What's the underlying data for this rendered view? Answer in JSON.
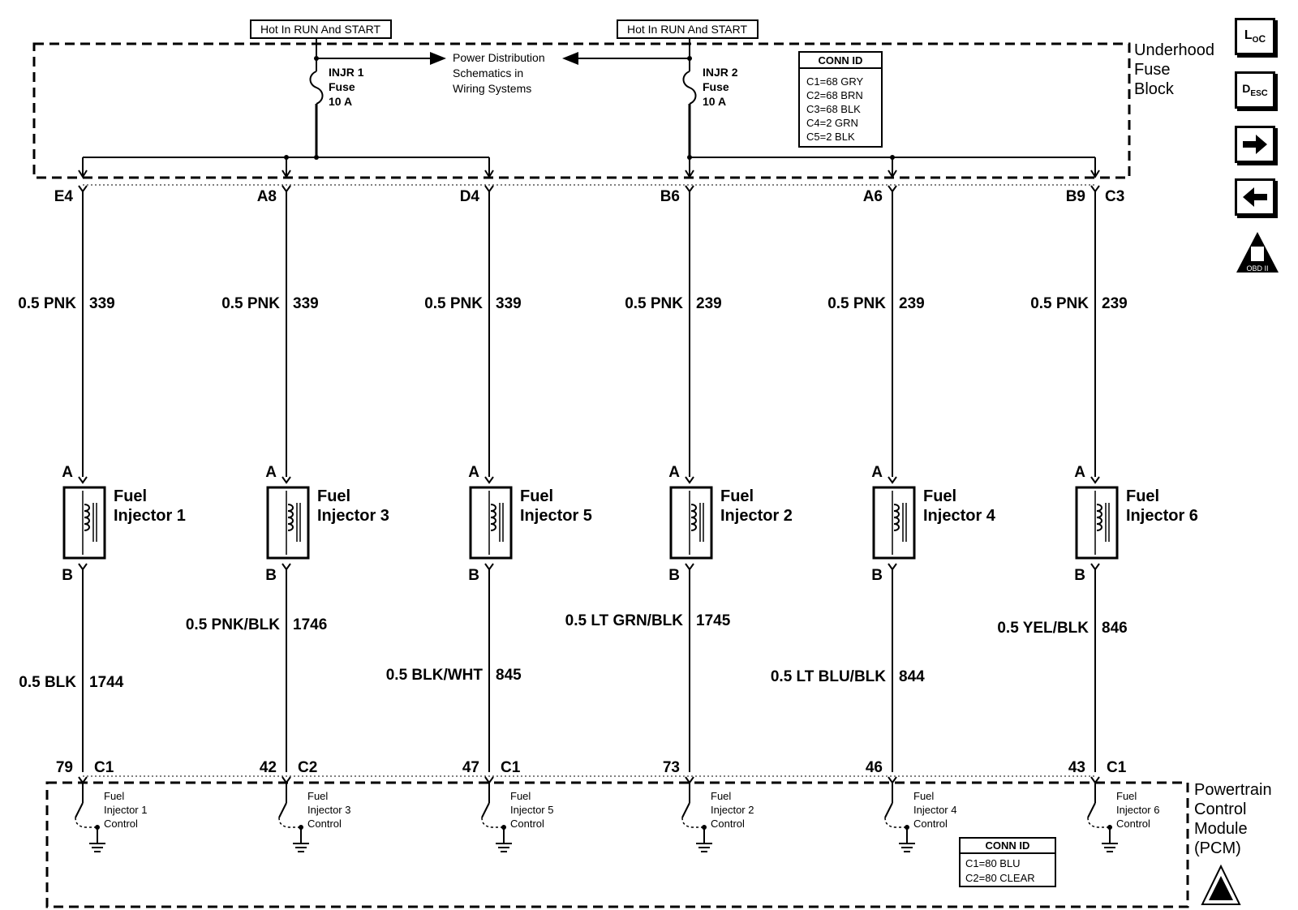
{
  "power_labels": {
    "left": "Hot In RUN And START",
    "right": "Hot In RUN And START"
  },
  "fuse_block": {
    "title_lines": [
      "Underhood",
      "Fuse",
      "Block"
    ],
    "ref_lines": [
      "Power Distribution",
      "Schematics in",
      "Wiring Systems"
    ],
    "fuse_left": [
      "INJR 1",
      "Fuse",
      "10 A"
    ],
    "fuse_right": [
      "INJR 2",
      "Fuse",
      "10 A"
    ],
    "conn_id_title": "CONN ID",
    "conn_id_lines": [
      "C1=68 GRY",
      "C2=68 BRN",
      "C3=68 BLK",
      "C4=2 GRN",
      "C5=2 BLK"
    ]
  },
  "pcm": {
    "title_lines": [
      "Powertrain",
      "Control",
      "Module",
      "(PCM)"
    ],
    "conn_id_title": "CONN ID",
    "conn_id_lines": [
      "C1=80 BLU",
      "C2=80 CLEAR"
    ]
  },
  "nav": {
    "loc": "LOC",
    "desc": "DESC",
    "obd": "OBD II",
    "forward_icon": "arrow-right-icon",
    "back_icon": "arrow-left-icon"
  },
  "injectors": [
    {
      "fuse_pin": "E4",
      "conn": "",
      "wire_top": "0.5 PNK",
      "circuit_top": "339",
      "pin_a": "A",
      "pin_b": "B",
      "name_lines": [
        "Fuel",
        "Injector 1"
      ],
      "wire_bot": "0.5 BLK",
      "circuit_bot": "1744",
      "pcm_pin": "79",
      "pcm_conn": "C1",
      "ctrl_lines": [
        "Fuel",
        "Injector 1",
        "Control"
      ]
    },
    {
      "fuse_pin": "A8",
      "conn": "",
      "wire_top": "0.5 PNK",
      "circuit_top": "339",
      "pin_a": "A",
      "pin_b": "B",
      "name_lines": [
        "Fuel",
        "Injector 3"
      ],
      "wire_bot": "0.5 PNK/BLK",
      "circuit_bot": "1746",
      "pcm_pin": "42",
      "pcm_conn": "C2",
      "ctrl_lines": [
        "Fuel",
        "Injector 3",
        "Control"
      ]
    },
    {
      "fuse_pin": "D4",
      "conn": "",
      "wire_top": "0.5 PNK",
      "circuit_top": "339",
      "pin_a": "A",
      "pin_b": "B",
      "name_lines": [
        "Fuel",
        "Injector 5"
      ],
      "wire_bot": "0.5 BLK/WHT",
      "circuit_bot": "845",
      "pcm_pin": "47",
      "pcm_conn": "C1",
      "ctrl_lines": [
        "Fuel",
        "Injector 5",
        "Control"
      ]
    },
    {
      "fuse_pin": "B6",
      "conn": "",
      "wire_top": "0.5 PNK",
      "circuit_top": "239",
      "pin_a": "A",
      "pin_b": "B",
      "name_lines": [
        "Fuel",
        "Injector 2"
      ],
      "wire_bot": "0.5 LT GRN/BLK",
      "circuit_bot": "1745",
      "pcm_pin": "73",
      "pcm_conn": "",
      "ctrl_lines": [
        "Fuel",
        "Injector 2",
        "Control"
      ]
    },
    {
      "fuse_pin": "A6",
      "conn": "",
      "wire_top": "0.5 PNK",
      "circuit_top": "239",
      "pin_a": "A",
      "pin_b": "B",
      "name_lines": [
        "Fuel",
        "Injector 4"
      ],
      "wire_bot": "0.5 LT BLU/BLK",
      "circuit_bot": "844",
      "pcm_pin": "46",
      "pcm_conn": "",
      "ctrl_lines": [
        "Fuel",
        "Injector 4",
        "Control"
      ]
    },
    {
      "fuse_pin": "B9",
      "conn": "C3",
      "wire_top": "0.5 PNK",
      "circuit_top": "239",
      "pin_a": "A",
      "pin_b": "B",
      "name_lines": [
        "Fuel",
        "Injector 6"
      ],
      "wire_bot": "0.5 YEL/BLK",
      "circuit_bot": "846",
      "pcm_pin": "43",
      "pcm_conn": "C1",
      "ctrl_lines": [
        "Fuel",
        "Injector 6",
        "Control"
      ]
    }
  ]
}
